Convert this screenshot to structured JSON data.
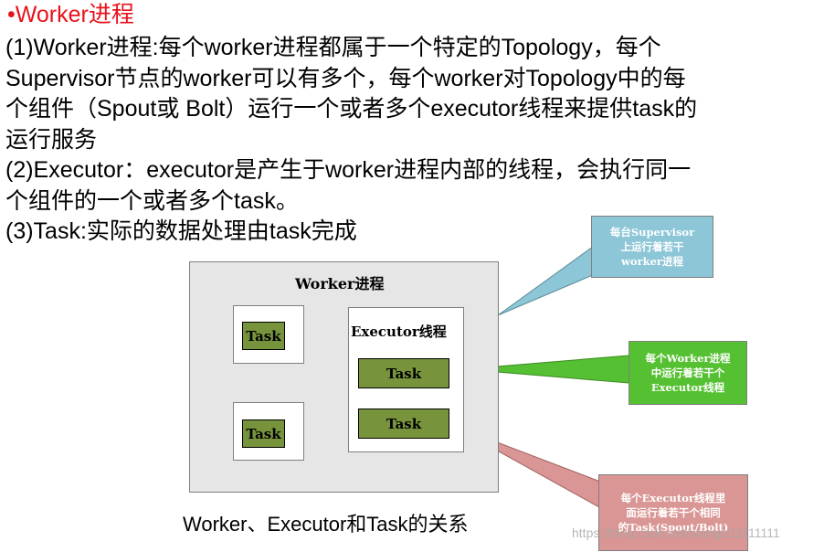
{
  "heading": "•Worker进程",
  "body_lines": [
    "(1)Worker进程:每个worker进程都属于一个特定的Topology，每个",
    "Supervisor节点的worker可以有多个，每个worker对Topology中的每",
    "个组件（Spout或 Bolt）运行一个或者多个executor线程来提供task的",
    "运行服务",
    "(2)Executor：executor是产生于worker进程内部的线程，会执行同一",
    "个组件的一个或者多个task。",
    "(3)Task:实际的数据处理由task完成"
  ],
  "diagram": {
    "worker_label": "Worker进程",
    "executor_label": "Executor线程",
    "task_label": "Task",
    "callouts": {
      "supervisor": [
        "每台Supervisor",
        "上运行着若干",
        "worker进程"
      ],
      "worker": [
        "每个Worker进程",
        "中运行着若干个",
        "Executor线程"
      ],
      "executor": [
        "每个Executor线程里",
        "面运行着若干个相同",
        "的Task(Spout/Bolt)"
      ]
    },
    "caption": "Worker、Executor和Task的关系"
  },
  "watermark": "https://blog.csdn.net/wangzi11111111",
  "colors": {
    "heading": "#e8121b",
    "task_fill": "#77933c",
    "worker_fill": "#e6e6e6",
    "callout_blue": "#8cc6d7",
    "callout_green": "#55c031",
    "callout_pink": "#d99694"
  }
}
